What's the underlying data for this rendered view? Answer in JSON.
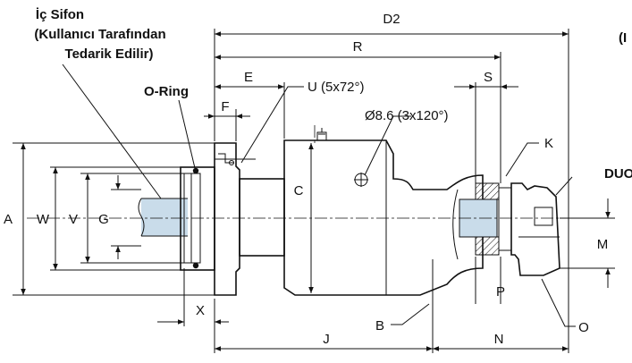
{
  "annotations": {
    "siphon_line1": "İç Sifon",
    "siphon_line2": "(Kullanıcı Tarafından",
    "siphon_line3": "Tedarik Edilir)",
    "oring": "O-Ring",
    "right_label_partial": "(I",
    "duo_partial": "DUO",
    "u_note": "U (5x72°)",
    "bolt_note": "Ø8.6 (3x120°)"
  },
  "dimensions": {
    "D2": "D2",
    "R": "R",
    "E": "E",
    "F": "F",
    "S": "S",
    "K": "K",
    "A": "A",
    "W": "W",
    "V": "V",
    "G": "G",
    "C": "C",
    "M": "M",
    "X": "X",
    "J": "J",
    "N": "N",
    "B": "B",
    "P": "P",
    "O": "O"
  },
  "colors": {
    "line": "#111111",
    "siphon_fill": "#c9dcea",
    "background": "#ffffff"
  }
}
